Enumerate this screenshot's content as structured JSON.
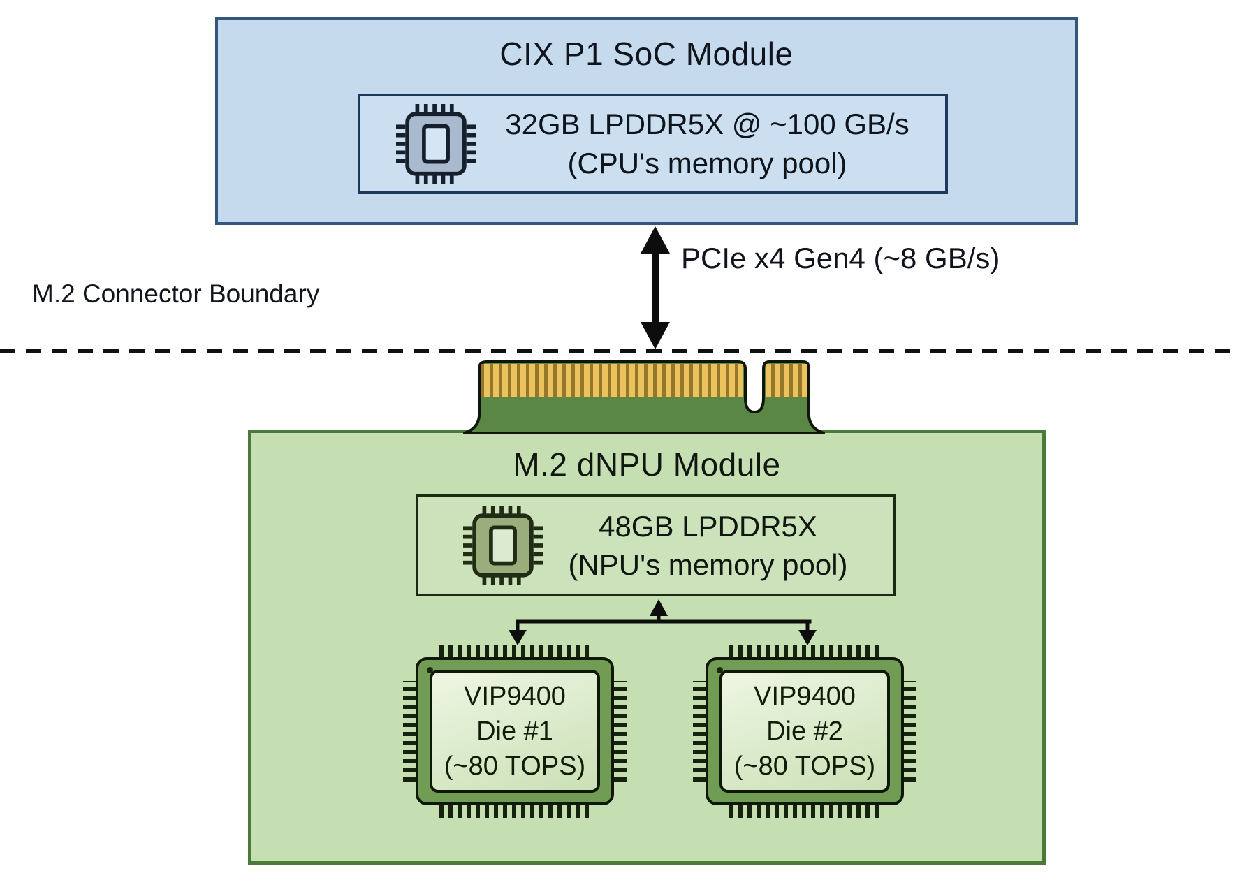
{
  "diagram": {
    "soc": {
      "title": "CIX P1 SoC Module",
      "memory": {
        "line1": "32GB LPDDR5X @ ~100 GB/s",
        "line2": "(CPU's memory pool)"
      }
    },
    "interconnect": {
      "label": "PCIe x4 Gen4 (~8 GB/s)"
    },
    "boundary": {
      "label": "M.2 Connector Boundary"
    },
    "npu": {
      "title": "M.2 dNPU Module",
      "memory": {
        "line1": "48GB LPDDR5X",
        "line2": "(NPU's memory pool)"
      },
      "dies": [
        {
          "name": "VIP9400",
          "die": "Die #1",
          "perf": "(~80 TOPS)"
        },
        {
          "name": "VIP9400",
          "die": "Die #2",
          "perf": "(~80 TOPS)"
        }
      ]
    },
    "icons": {
      "soc_memory": "memory-chip-icon",
      "npu_memory": "memory-chip-icon",
      "connector": "m2-edge-connector",
      "link": "double-headed-arrow"
    },
    "colors": {
      "soc_fill": "#c6daed",
      "soc_border": "#33567a",
      "npu_fill": "#c5deb2",
      "npu_border": "#4a7a38",
      "pcb_green": "#5a8746",
      "gold_finger": "#eac35f",
      "gold_finger_dark": "#96762a",
      "die_body": "#719c53",
      "line": "#111111"
    }
  }
}
